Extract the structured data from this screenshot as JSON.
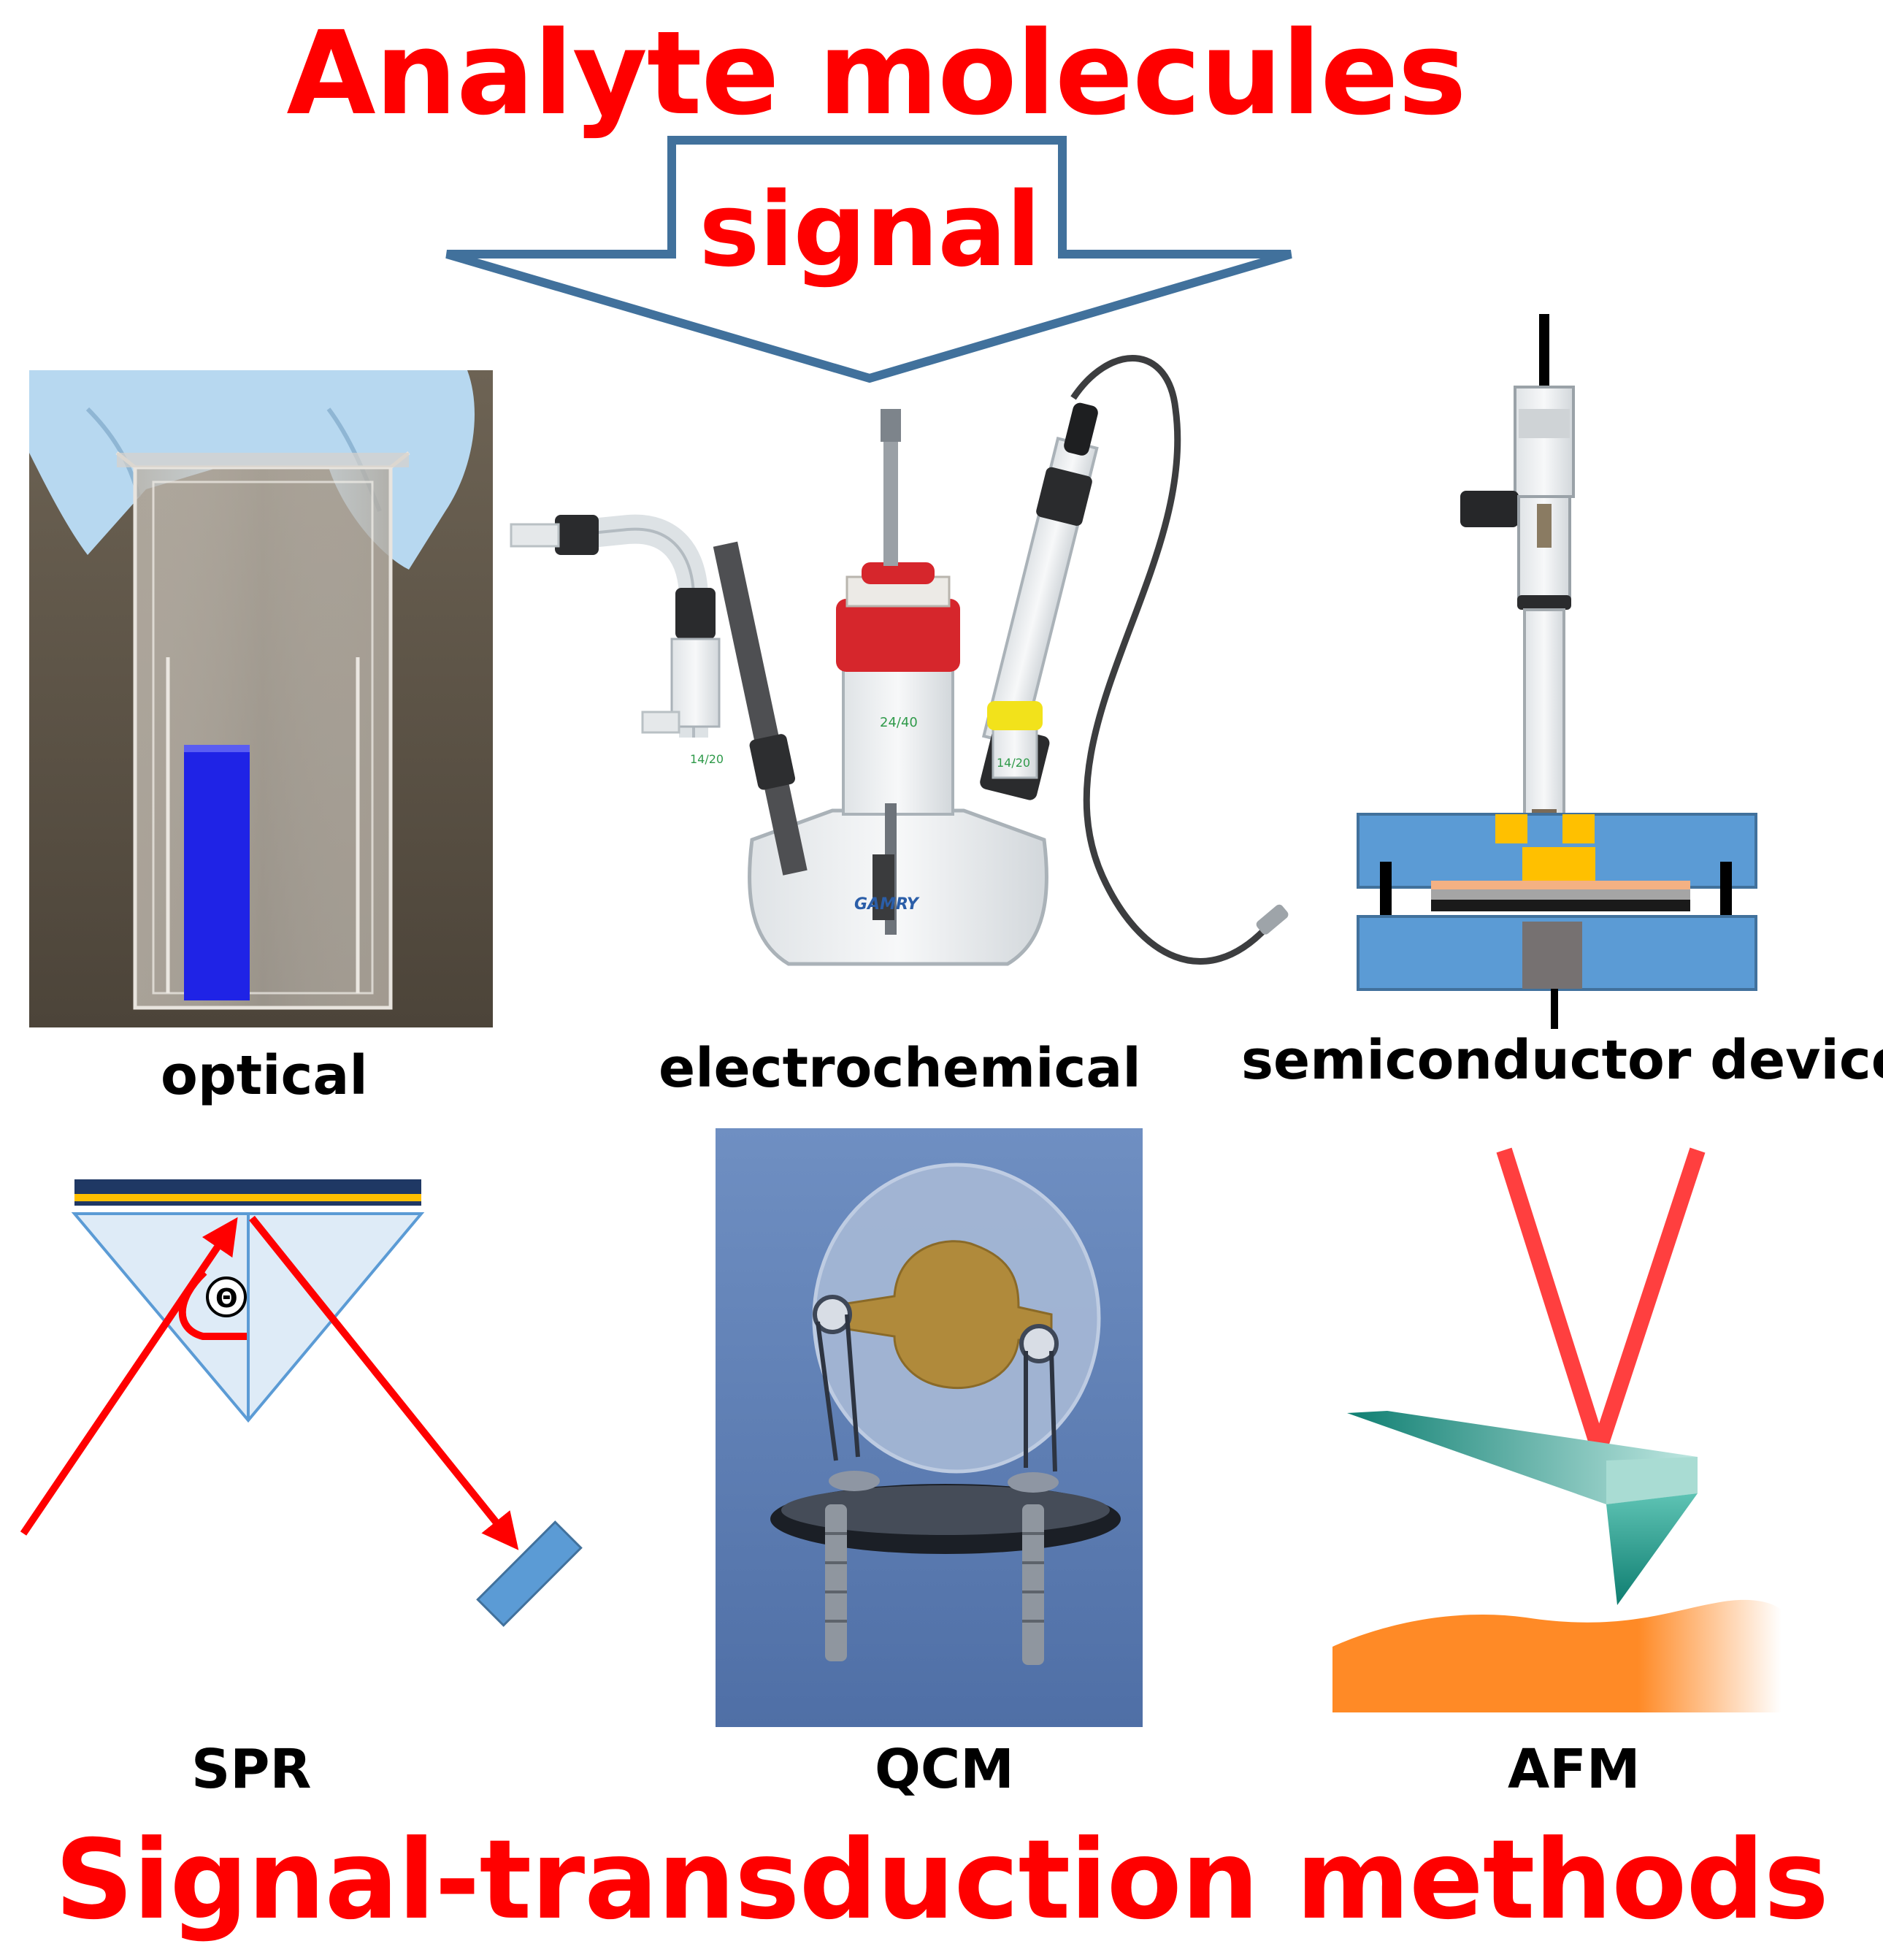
{
  "headline": "Analyte molecules",
  "arrow_label": "signal",
  "footer": "Signal-transduction methods",
  "panels": {
    "optical": {
      "caption": "optical"
    },
    "electrochemical": {
      "caption": "electrochemical",
      "brand": "GAMRY",
      "joint_labels": [
        "24/40",
        "14/20",
        "14/20"
      ]
    },
    "semiconductor": {
      "caption": "semiconductor device"
    },
    "spr": {
      "caption": "SPR",
      "angle_symbol": "Θ"
    },
    "qcm": {
      "caption": "QCM"
    },
    "afm": {
      "caption": "AFM"
    }
  },
  "colors": {
    "title_red": "#ff0000",
    "arrow_outline": "#41719c",
    "cuvette_liquid": "#1f23e6",
    "glove": "#b7d8f0",
    "device_blue": "#5b9bd5",
    "gold": "#ffc000",
    "cantilever": "#1f9e8e",
    "sample_orange": "#ff8a26"
  }
}
